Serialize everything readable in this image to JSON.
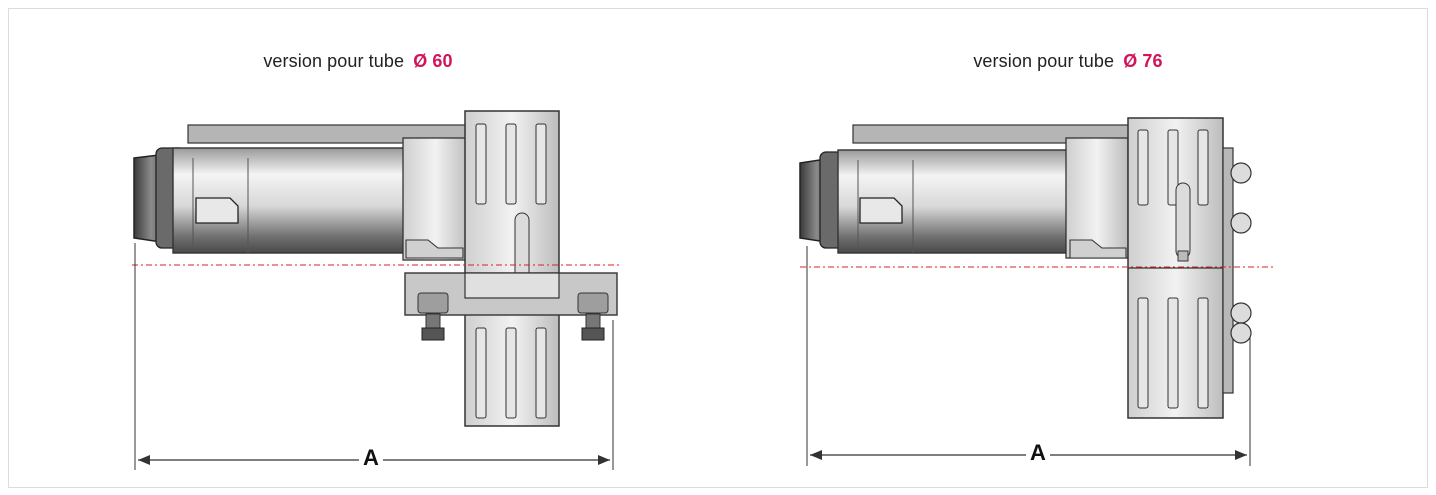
{
  "diagrams": [
    {
      "title_prefix": "version pour tube",
      "title_diameter": "Ø 60",
      "dimension_label": "A"
    },
    {
      "title_prefix": "version pour tube",
      "title_diameter": "Ø 76",
      "dimension_label": "A"
    }
  ],
  "colors": {
    "accent": "#d2145a",
    "axis_line": "#d9202a",
    "outline": "#333333"
  }
}
